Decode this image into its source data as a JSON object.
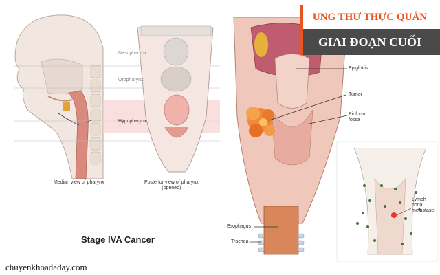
{
  "banner": {
    "line1": "UNG THƯ THỰC QUẢN",
    "line2": "GIAI ĐOẠN CUỐI",
    "accent_color": "#e8541c",
    "dark_color": "#4a4a4a"
  },
  "left_panel": {
    "labels": {
      "nasopharynx": "Nasopharynx",
      "oropharynx": "Oropharynx",
      "hypopharynx": "Hypopharynx"
    },
    "captions": {
      "median": "Median view of pharynx",
      "posterior_line1": "Posterior view of pharynx",
      "posterior_line2": "(opened)"
    },
    "stage_title": "Stage IVA Cancer"
  },
  "center_panel": {
    "labels": {
      "epiglottis": "Epiglottis",
      "tumor": "Tumor",
      "piriform_line1": "Piriform",
      "piriform_line2": "fossa",
      "esophagus": "Esophagus",
      "trachea": "Trachea"
    }
  },
  "inset": {
    "label_line1": "Lymph",
    "label_line2": "nodal",
    "label_line3": "metastasis"
  },
  "footer": {
    "website": "chuyenkhoadaday.com"
  }
}
